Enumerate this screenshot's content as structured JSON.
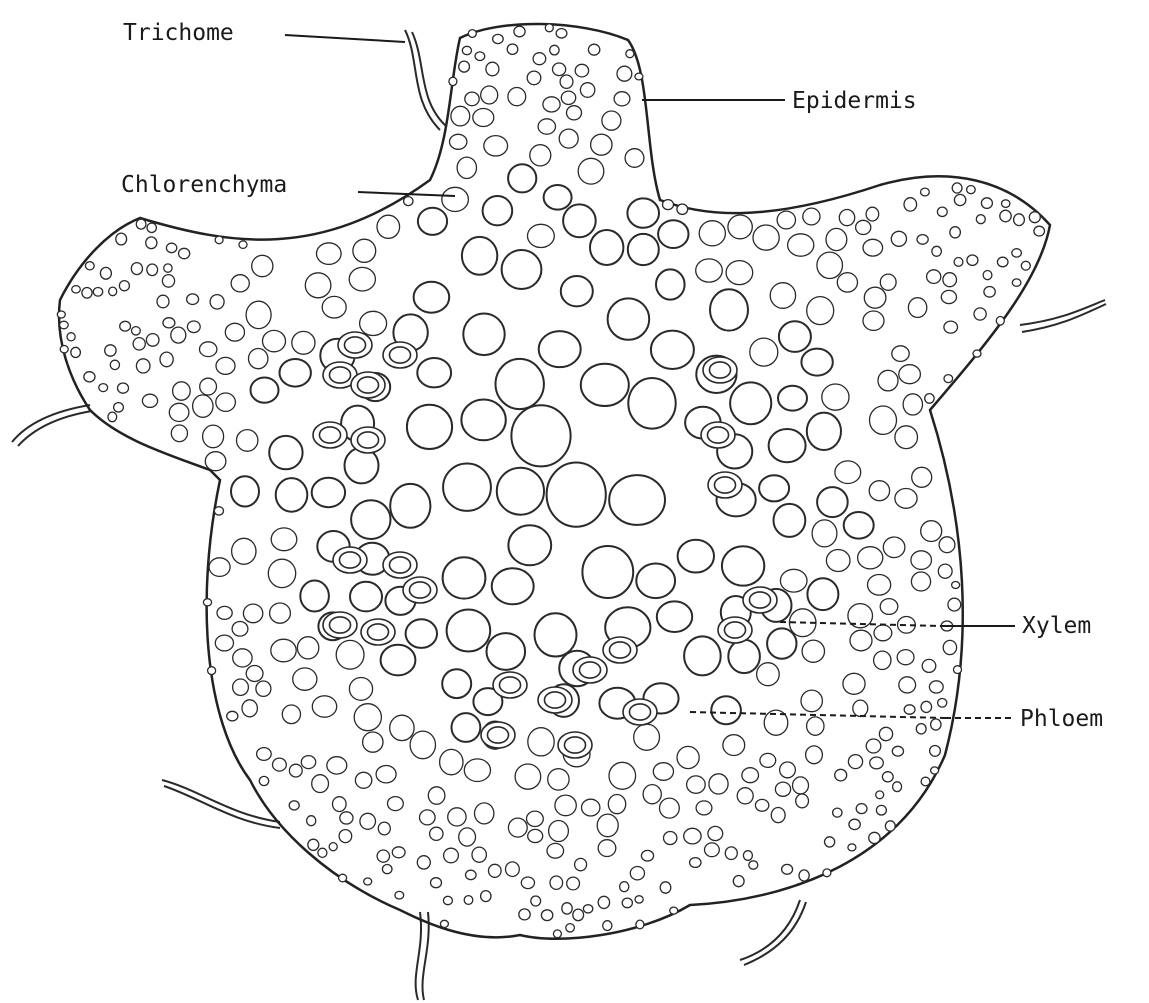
{
  "diagram": {
    "labels": [
      {
        "id": "trichome",
        "text": "Trichome"
      },
      {
        "id": "epidermis",
        "text": "Epidermis"
      },
      {
        "id": "chlorenchyma",
        "text": "Chlorenchyma"
      },
      {
        "id": "xylem",
        "text": "Xylem"
      },
      {
        "id": "phloem",
        "text": "Phloem"
      }
    ]
  },
  "colors": {
    "ink": "#1a1a1a",
    "background": "#ffffff"
  }
}
